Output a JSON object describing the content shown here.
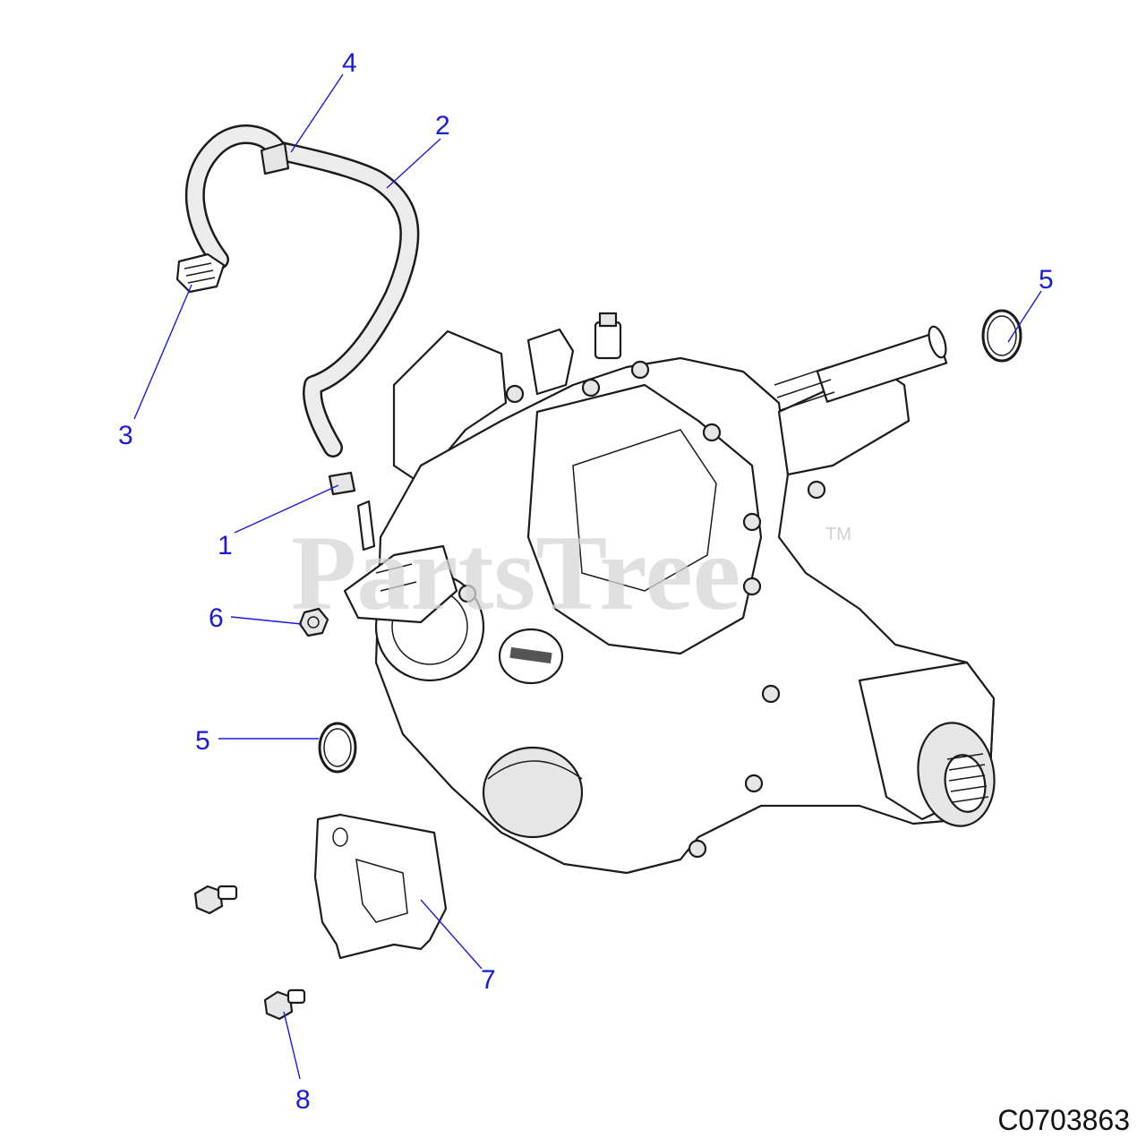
{
  "diagram": {
    "code": "C0703863",
    "watermark": "PartsTree",
    "watermark_mark": "TM",
    "callouts": [
      {
        "id": "c1",
        "label": "1"
      },
      {
        "id": "c2",
        "label": "2"
      },
      {
        "id": "c3",
        "label": "3"
      },
      {
        "id": "c4",
        "label": "4"
      },
      {
        "id": "c5a",
        "label": "5"
      },
      {
        "id": "c5b",
        "label": "5"
      },
      {
        "id": "c6",
        "label": "6"
      },
      {
        "id": "c7",
        "label": "7"
      },
      {
        "id": "c8",
        "label": "8"
      }
    ],
    "colors": {
      "callout": "#1a1adb",
      "outline": "#1b1b1b"
    }
  }
}
